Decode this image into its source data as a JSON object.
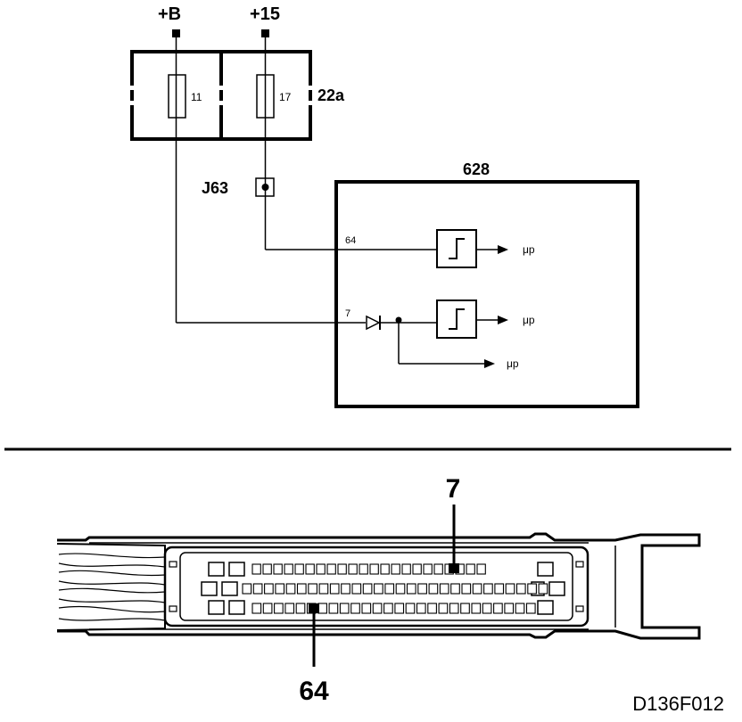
{
  "schematic": {
    "supply_b": "+B",
    "supply_15": "+15",
    "fuse_left_number": "11",
    "fuse_right_number": "17",
    "fuse_box_id": "22a",
    "junction_id": "J63",
    "control_unit_id": "628",
    "pin_upper": "64",
    "pin_lower": "7",
    "output_1": "μp",
    "output_2": "μp",
    "output_3": "μp"
  },
  "connector": {
    "pin_callout_top": "7",
    "pin_callout_bottom": "64"
  },
  "figure_code": "D136F012"
}
